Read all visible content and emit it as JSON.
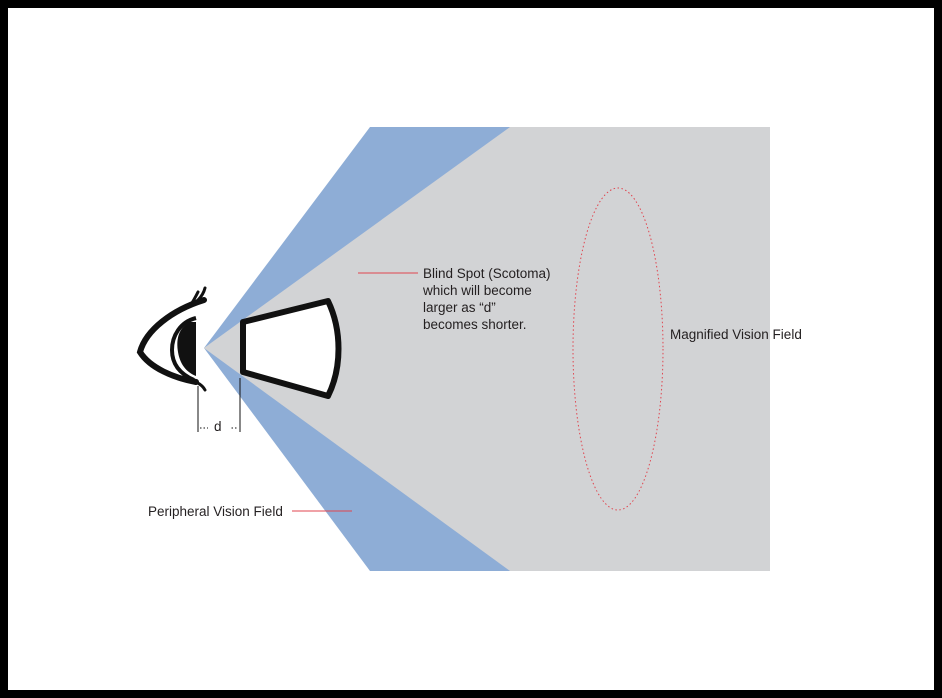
{
  "diagram": {
    "labels": {
      "blind_spot": {
        "lines": [
          "Blind Spot (Scotoma)",
          "which will become",
          "larger as “d”",
          "becomes shorter."
        ]
      },
      "magnified_field": "Magnified Vision Field",
      "peripheral_field": "Peripheral Vision Field",
      "distance": "d"
    },
    "colors": {
      "frame": "#000000",
      "background": "#ffffff",
      "peripheral_field": "#8eadd6",
      "magnified_field": "#d2d3d5",
      "outline": "#111111",
      "leader_line": "#e0454f",
      "dotted_ellipse": "#e0454f",
      "text": "#231f20"
    },
    "icons": {
      "eye": "eye-icon",
      "lens": "magnifier-lens-frame"
    }
  }
}
